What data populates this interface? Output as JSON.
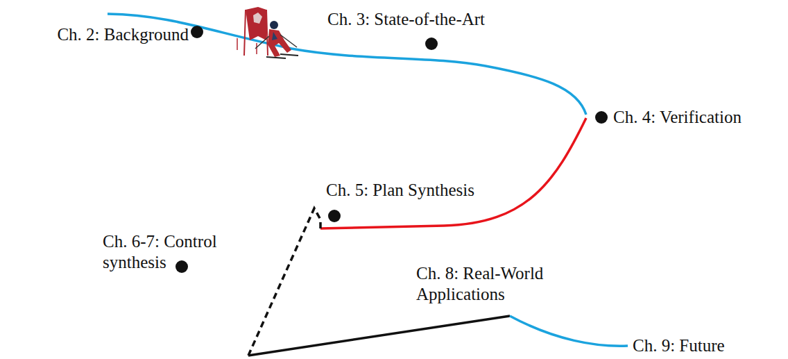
{
  "diagram": {
    "labels": [
      "Ch. 2: Background",
      "Ch. 3: State-of-the-Art",
      "Ch. 4: Verification",
      "Ch. 5: Plan Synthesis",
      "Ch. 6-7: Control synthesis",
      "Ch. 8: Real-World Applications",
      "Ch. 9: Future"
    ]
  }
}
